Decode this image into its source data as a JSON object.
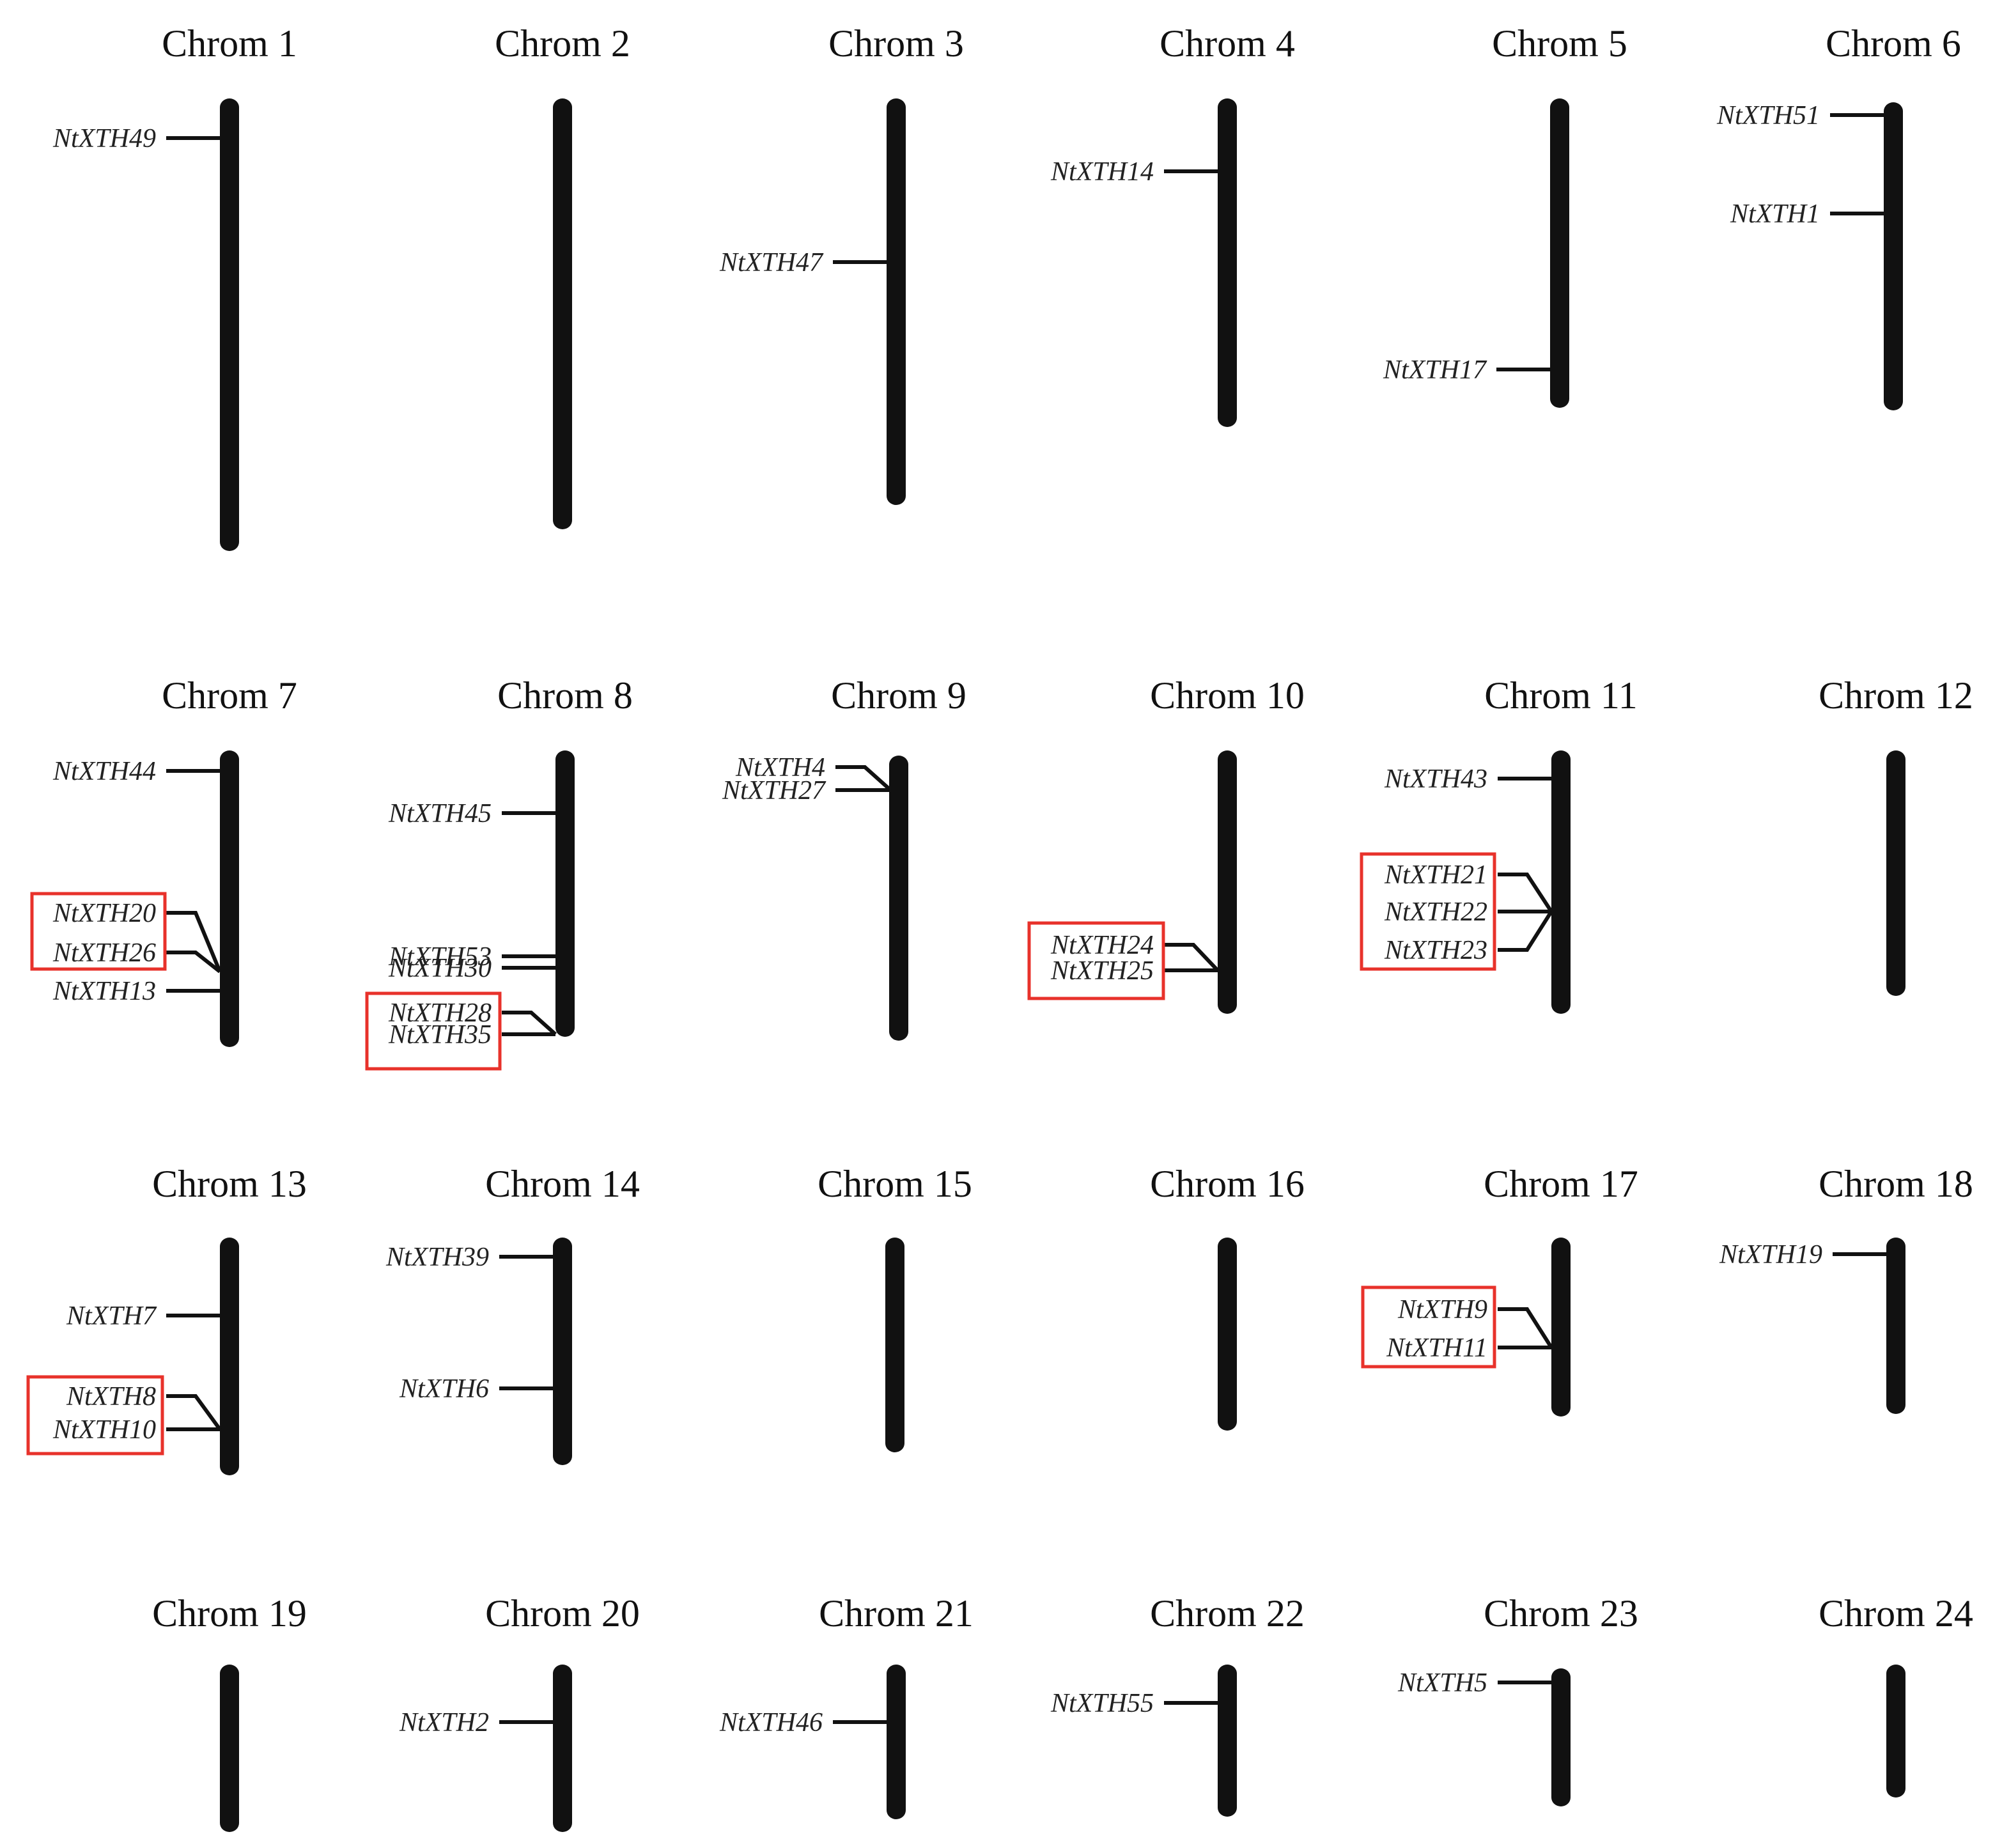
{
  "colors": {
    "chromosome": "#111111",
    "label": "#222222",
    "duplication_box": "#e8322b"
  },
  "chromosomes": [
    {
      "id": 1,
      "title": "Chrom 1",
      "genes": [
        {
          "name": "NtXTH49"
        }
      ]
    },
    {
      "id": 2,
      "title": "Chrom 2",
      "genes": []
    },
    {
      "id": 3,
      "title": "Chrom 3",
      "genes": [
        {
          "name": "NtXTH47"
        }
      ]
    },
    {
      "id": 4,
      "title": "Chrom 4",
      "genes": [
        {
          "name": "NtXTH14"
        }
      ]
    },
    {
      "id": 5,
      "title": "Chrom 5",
      "genes": [
        {
          "name": "NtXTH17"
        }
      ]
    },
    {
      "id": 6,
      "title": "Chrom 6",
      "genes": [
        {
          "name": "NtXTH51"
        },
        {
          "name": "NtXTH1"
        }
      ]
    },
    {
      "id": 7,
      "title": "Chrom 7",
      "genes": [
        {
          "name": "NtXTH44"
        },
        {
          "name": "NtXTH20"
        },
        {
          "name": "NtXTH26"
        },
        {
          "name": "NtXTH13"
        }
      ]
    },
    {
      "id": 8,
      "title": "Chrom 8",
      "genes": [
        {
          "name": "NtXTH45"
        },
        {
          "name": "NtXTH53"
        },
        {
          "name": "NtXTH30"
        },
        {
          "name": "NtXTH28"
        },
        {
          "name": "NtXTH35"
        }
      ]
    },
    {
      "id": 9,
      "title": "Chrom 9",
      "genes": [
        {
          "name": "NtXTH4"
        },
        {
          "name": "NtXTH27"
        }
      ]
    },
    {
      "id": 10,
      "title": "Chrom 10",
      "genes": [
        {
          "name": "NtXTH24"
        },
        {
          "name": "NtXTH25"
        }
      ]
    },
    {
      "id": 11,
      "title": "Chrom 11",
      "genes": [
        {
          "name": "NtXTH43"
        },
        {
          "name": "NtXTH21"
        },
        {
          "name": "NtXTH22"
        },
        {
          "name": "NtXTH23"
        }
      ]
    },
    {
      "id": 12,
      "title": "Chrom 12",
      "genes": []
    },
    {
      "id": 13,
      "title": "Chrom 13",
      "genes": [
        {
          "name": "NtXTH7"
        },
        {
          "name": "NtXTH8"
        },
        {
          "name": "NtXTH10"
        }
      ]
    },
    {
      "id": 14,
      "title": "Chrom 14",
      "genes": [
        {
          "name": "NtXTH39"
        },
        {
          "name": "NtXTH6"
        }
      ]
    },
    {
      "id": 15,
      "title": "Chrom 15",
      "genes": []
    },
    {
      "id": 16,
      "title": "Chrom 16",
      "genes": []
    },
    {
      "id": 17,
      "title": "Chrom 17",
      "genes": [
        {
          "name": "NtXTH9"
        },
        {
          "name": "NtXTH11"
        }
      ]
    },
    {
      "id": 18,
      "title": "Chrom 18",
      "genes": [
        {
          "name": "NtXTH19"
        }
      ]
    },
    {
      "id": 19,
      "title": "Chrom 19",
      "genes": []
    },
    {
      "id": 20,
      "title": "Chrom 20",
      "genes": [
        {
          "name": "NtXTH2"
        }
      ]
    },
    {
      "id": 21,
      "title": "Chrom 21",
      "genes": [
        {
          "name": "NtXTH46"
        }
      ]
    },
    {
      "id": 22,
      "title": "Chrom 22",
      "genes": [
        {
          "name": "NtXTH55"
        }
      ]
    },
    {
      "id": 23,
      "title": "Chrom 23",
      "genes": [
        {
          "name": "NtXTH5"
        }
      ]
    },
    {
      "id": 24,
      "title": "Chrom 24",
      "genes": []
    }
  ]
}
